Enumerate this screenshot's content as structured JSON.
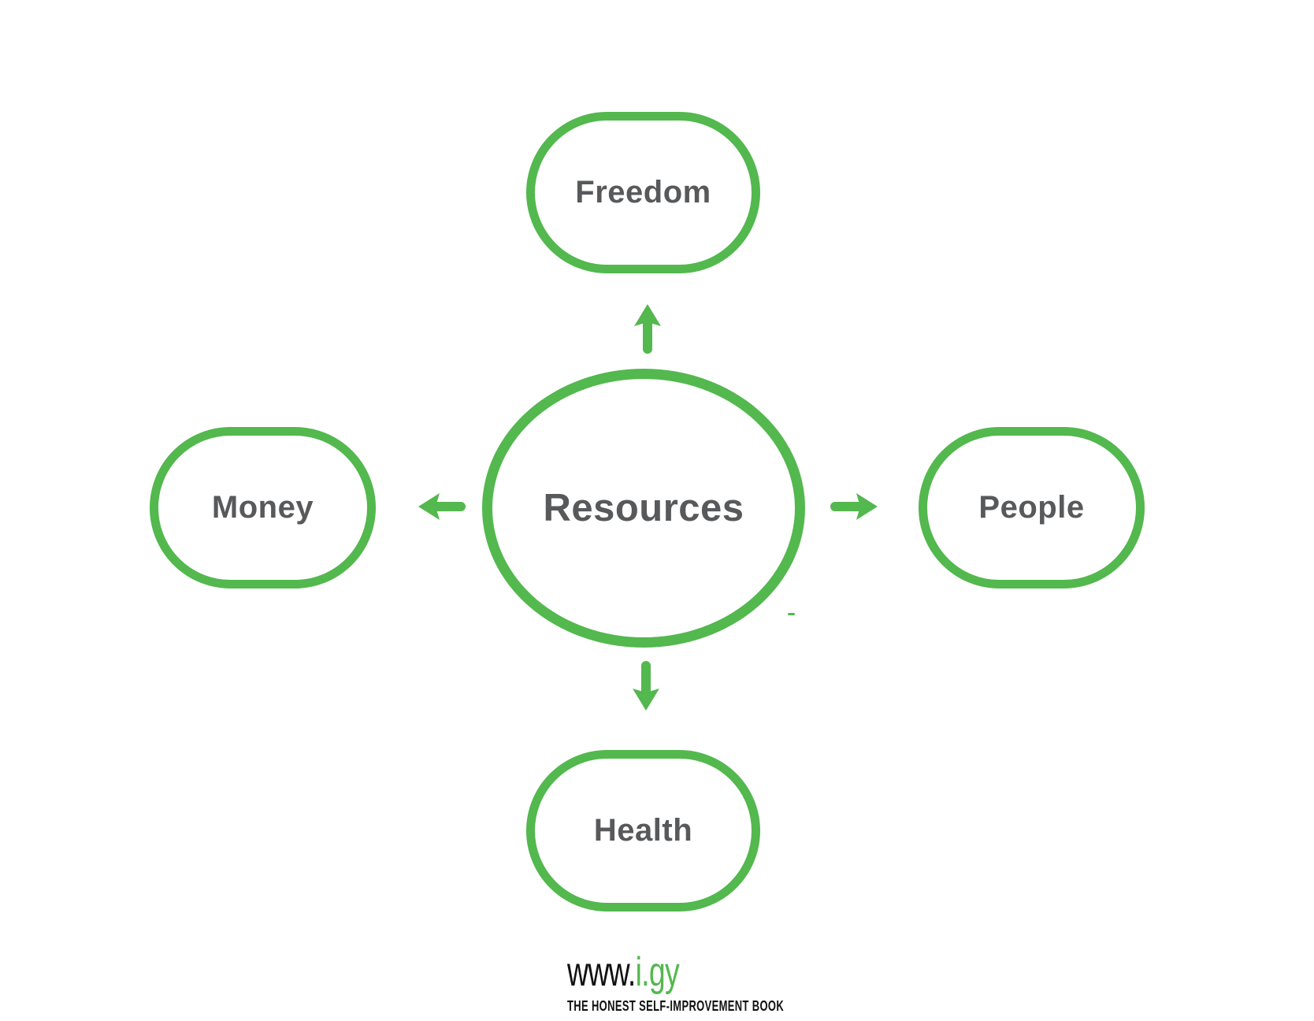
{
  "diagram": {
    "center_node": {
      "id": "resources",
      "label": "Resources"
    },
    "nodes": [
      {
        "id": "freedom",
        "label": "Freedom",
        "position": "top"
      },
      {
        "id": "money",
        "label": "Money",
        "position": "left"
      },
      {
        "id": "people",
        "label": "People",
        "position": "right"
      },
      {
        "id": "health",
        "label": "Health",
        "position": "bottom"
      }
    ],
    "arrows": [
      {
        "direction": "up",
        "from": "resources",
        "to": "freedom"
      },
      {
        "direction": "left",
        "from": "resources",
        "to": "money"
      },
      {
        "direction": "right",
        "from": "resources",
        "to": "people"
      },
      {
        "direction": "down",
        "from": "resources",
        "to": "health"
      }
    ]
  },
  "footer": {
    "wordmark_prefix": "www.",
    "wordmark_suffix": "i.gy",
    "tagline": "THE HONEST SELF-IMPROVEMENT BOOK"
  },
  "colors": {
    "accent_green": "#53b84e",
    "label_gray": "#58595b",
    "text_black": "#111111"
  }
}
